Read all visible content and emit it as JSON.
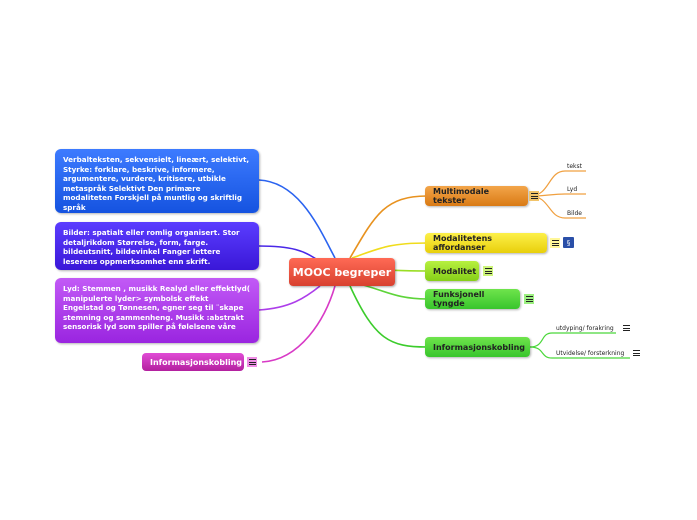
{
  "central": {
    "label": "MOOC begreper"
  },
  "right": {
    "multimodale": {
      "label": "Multimodale tekster",
      "children": [
        "tekst",
        "Lyd",
        "Bilde"
      ]
    },
    "affordanser": {
      "label": "Modalitetens affordanser"
    },
    "modalitet": {
      "label": "Modalitet"
    },
    "funksjonell": {
      "label": "Funksjonell tyngde"
    },
    "informasjonskobling": {
      "label": "Informasjonskobling",
      "children": [
        "utdyping/ forakring",
        "Utvidelse/ forsterkning"
      ]
    }
  },
  "left": {
    "verbaltekst": {
      "text": "Verbalteksten, sekvensielt, lineært, selektivt, Styrke: forklare, beskrive, informere, argumentere, vurdere, kritisere, utbikle metaspråk Selektivt Den primære modaliteten Forskjell på muntlig og skriftlig språk"
    },
    "bilder": {
      "text": "Bilder: spatialt eller romlig organisert. Stor detaljrikdom Størrelse, form, farge. bildeutsnitt, bildevinkel  Fanger lettere leserens oppmerksomhet enn skrift."
    },
    "lyd": {
      "text": "Lyd: Stemmen , musikk Realyd eller effektlyd( manipulerte lyder> symbolsk effekt Engelstad og Tønnesen, egner seg til ¨skape stemning og sammenheng. Musikk :abstrakt sensorisk lyd som spiller på følelsene våre"
    },
    "informasjonskobling": {
      "label": "Informasjonskobling"
    }
  },
  "colors": {
    "central": "#e0503c",
    "orange": "#e48a22",
    "yellow": "#f2df1a",
    "lime": "#9ede26",
    "green": "#45cc33",
    "blue": "#2a63f0",
    "indigo": "#4a28e8",
    "violet": "#ad3eea",
    "magenta": "#c830b8"
  },
  "icons": [
    "note-icon",
    "link-icon"
  ]
}
